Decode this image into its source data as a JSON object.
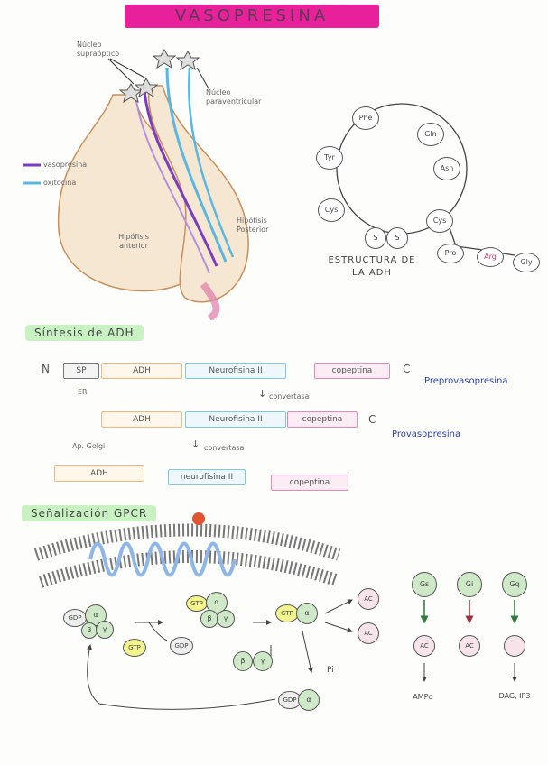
{
  "title": "VASOPRESINA",
  "anatomy": {
    "label_supraoptico": "Núcleo supraóptico",
    "label_paraventricular": "Núcleo paraventricular",
    "legend_vasopresina": "vasopresina",
    "legend_oxitocina": "oxitocina",
    "label_hipofisis_anterior": "Hipófisis anterior",
    "label_hipofisis_posterior": "Hipófisis Posterior",
    "colors": {
      "vasopresina": "#7a3cc0",
      "oxitocina": "#5ab8e0",
      "skin": "#d9a977"
    }
  },
  "adh_structure": {
    "residues": [
      "Phe",
      "Gln",
      "Asn",
      "Cys",
      "S",
      "S",
      "Cys",
      "Tyr"
    ],
    "tail": [
      "Pro",
      "Arg",
      "Gly"
    ],
    "caption": "ESTRUCTURA DE LA ADH"
  },
  "synthesis": {
    "header": "Síntesis de ADH",
    "row1": {
      "n": "N",
      "c": "C",
      "sp": "SP",
      "adh": "ADH",
      "neuro": "Neurofisina II",
      "cope": "copeptina",
      "name": "Preprovasopresina",
      "sub_er": "ER"
    },
    "arrow1": "convertasa",
    "row2": {
      "adh": "ADH",
      "neuro": "Neurofisina II",
      "cope": "copeptina",
      "c": "C",
      "name": "Provasopresina"
    },
    "golgi": "Ap. Golgi",
    "arrow2": "convertasa",
    "row3": {
      "adh": "ADH",
      "neuro": "neurofisina II",
      "cope": "copeptina"
    }
  },
  "gpcr": {
    "header": "Señalización GPCR",
    "gdp": "GDP",
    "gtp": "GTP",
    "alpha": "α",
    "beta": "β",
    "gamma": "γ",
    "pi": "Pi",
    "effector1": "AC",
    "effector2": "AC",
    "gproteins": [
      {
        "label": "Gs",
        "effector": "AC",
        "product": "AMPc"
      },
      {
        "label": "Gi",
        "effector": "AC",
        "product": ""
      },
      {
        "label": "Gq",
        "effector": "",
        "product": "DAG, IP3"
      }
    ]
  }
}
